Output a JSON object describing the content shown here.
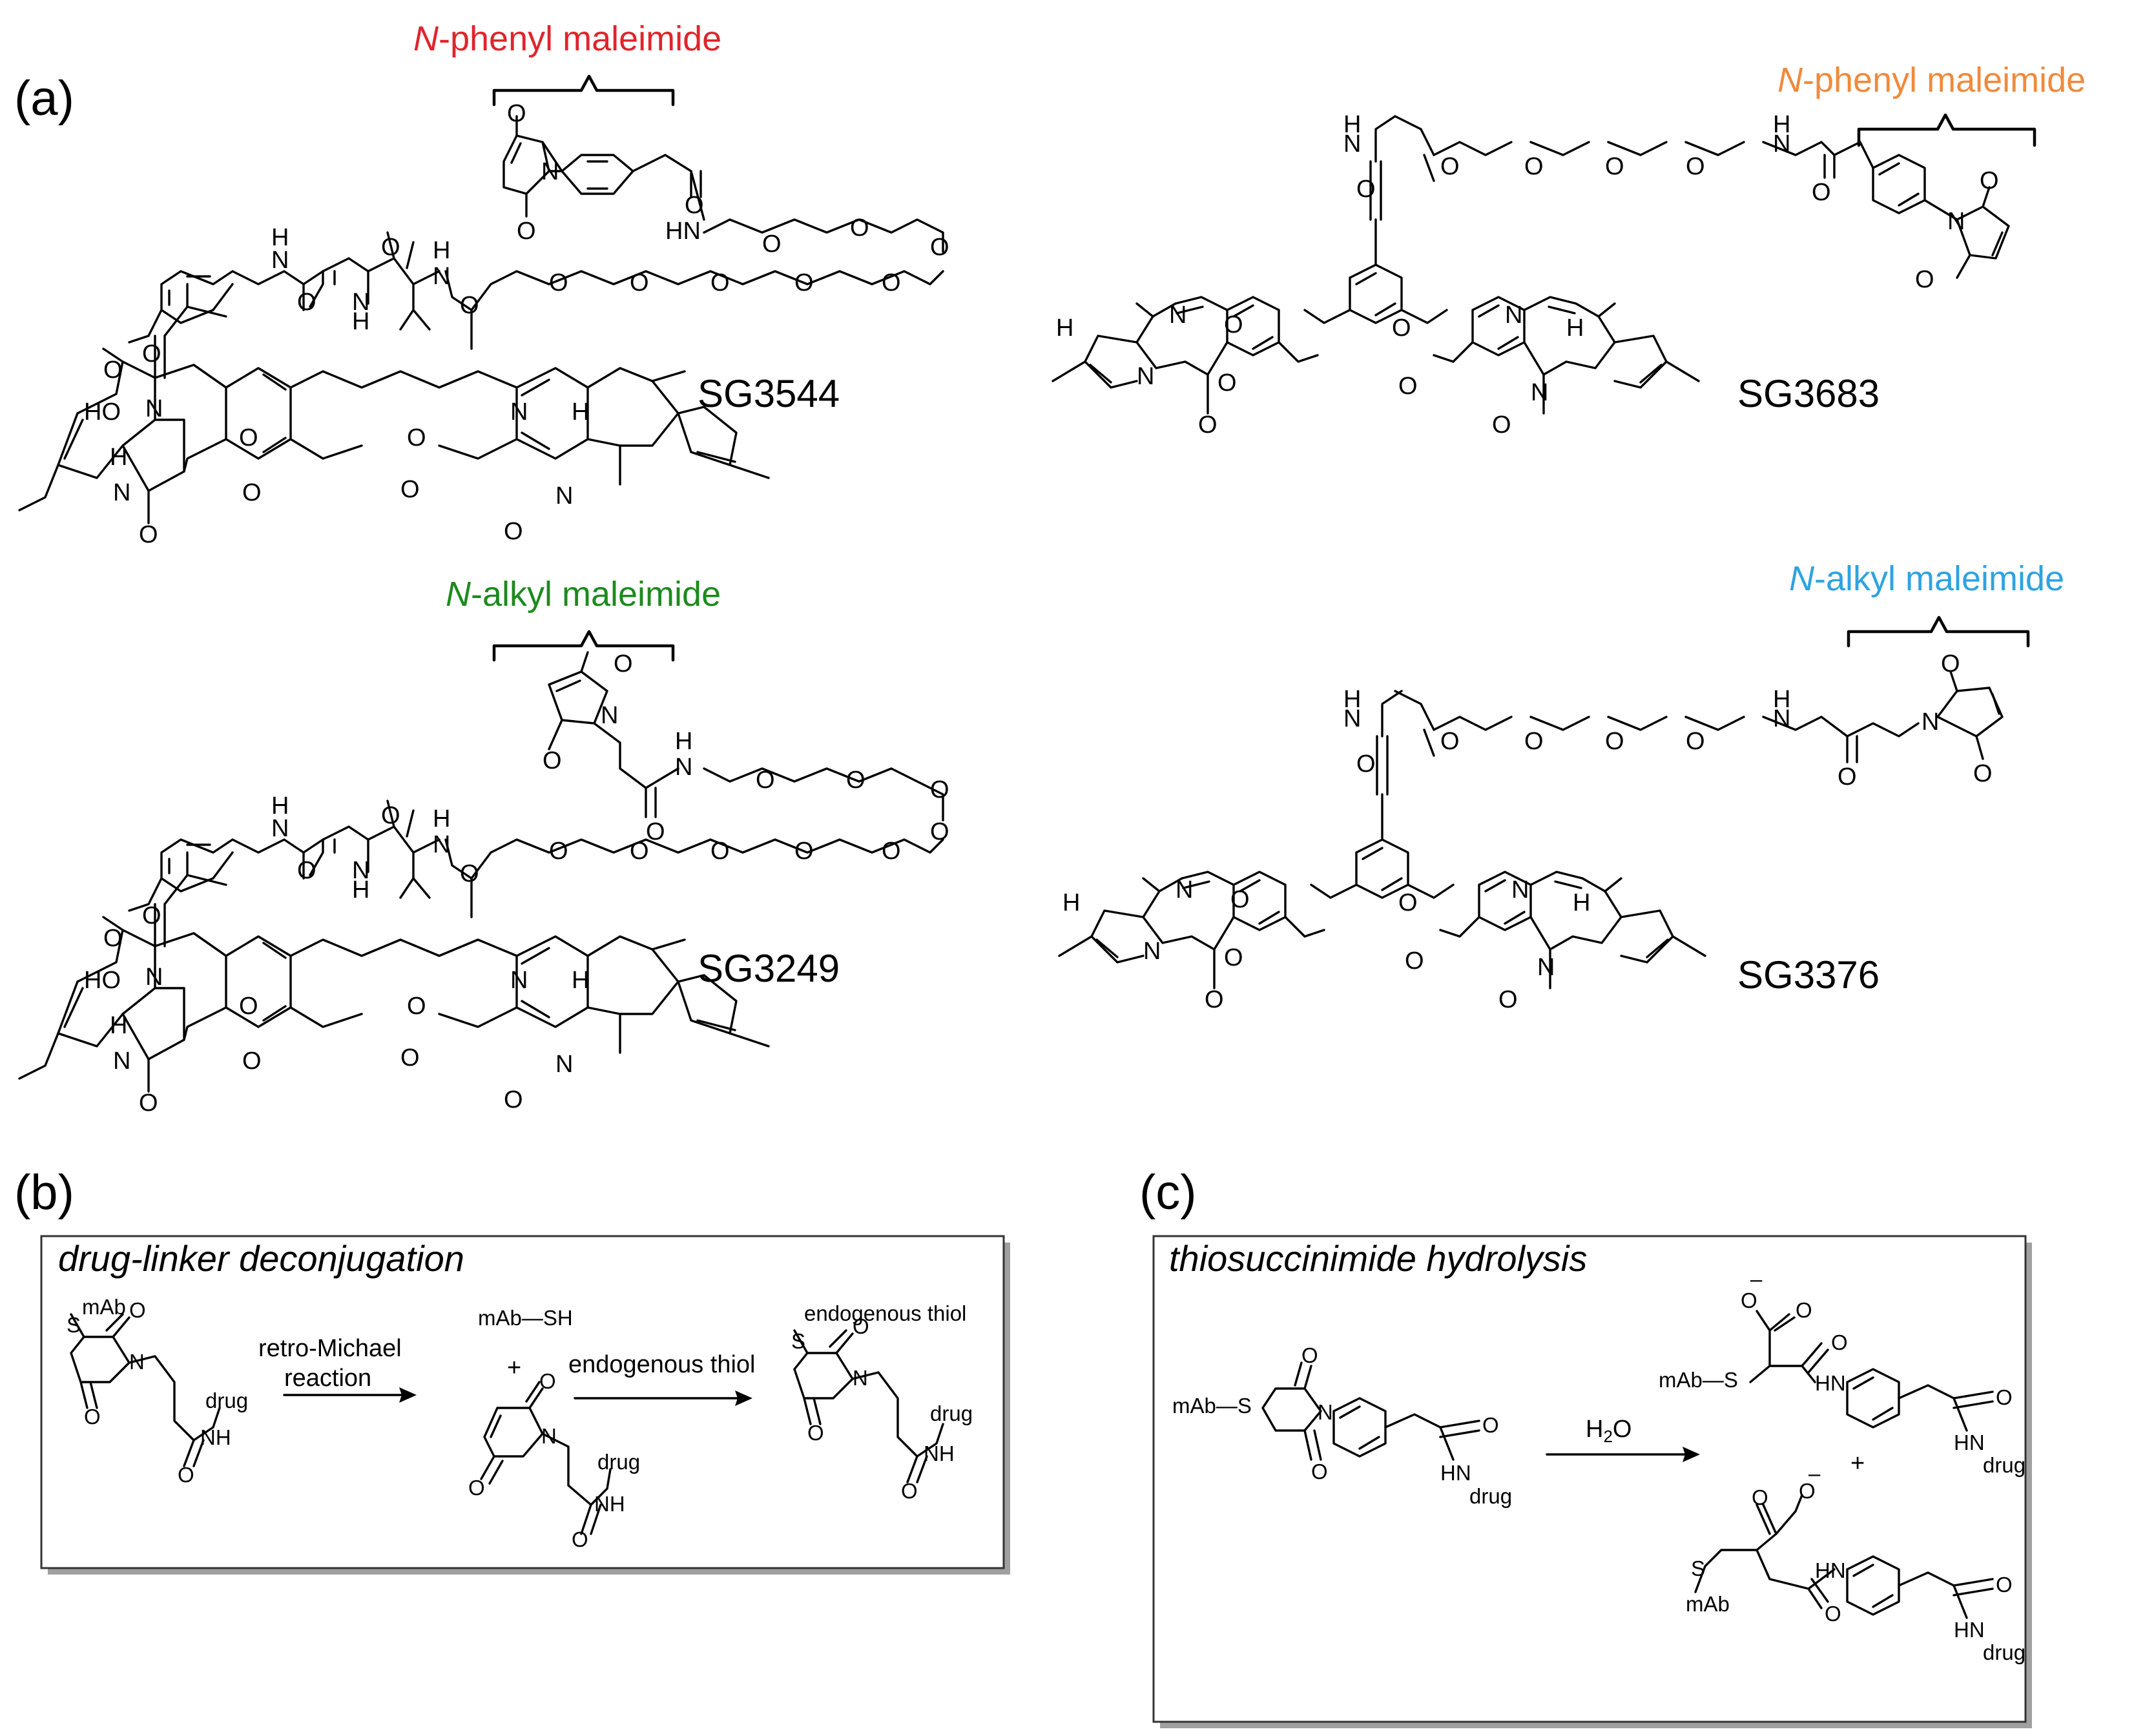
{
  "panel_a": {
    "label": "(a)",
    "compounds": [
      {
        "name": "SG3544",
        "caption_italic": "N",
        "caption_rest": "-phenyl maleimide",
        "caption_color": "#e0242c"
      },
      {
        "name": "SG3683",
        "caption_italic": "N",
        "caption_rest": "-phenyl maleimide",
        "caption_color": "#f08a3c"
      },
      {
        "name": "SG3249",
        "caption_italic": "N",
        "caption_rest": "-alkyl maleimide",
        "caption_color": "#1d8a1d"
      },
      {
        "name": "SG3376",
        "caption_italic": "N",
        "caption_rest": "-alkyl maleimide",
        "caption_color": "#2ea3e0"
      }
    ]
  },
  "panel_b": {
    "label": "(b)",
    "title": "drug-linker deconjugation",
    "arrow1_line1": "retro-Michael",
    "arrow1_line2": "reaction",
    "arrow2": "endogenous thiol",
    "mab_sh": "mAb—SH",
    "plus": "+",
    "thiol_label": "endogenous thiol",
    "mab": "mAb",
    "drug": "drug"
  },
  "panel_c": {
    "label": "(c)",
    "title": "thiosuccinimide hydrolysis",
    "reagent_main": "H",
    "reagent_sub": "2",
    "reagent_end": "O",
    "plus": "+",
    "mab_s": "mAb—S",
    "mab": "mAb",
    "drug": "drug"
  },
  "atoms": {
    "O": "O",
    "N": "N",
    "H": "H",
    "HN": "HN",
    "NH": "NH",
    "HO": "HO",
    "S": "S",
    "minus": "–"
  }
}
